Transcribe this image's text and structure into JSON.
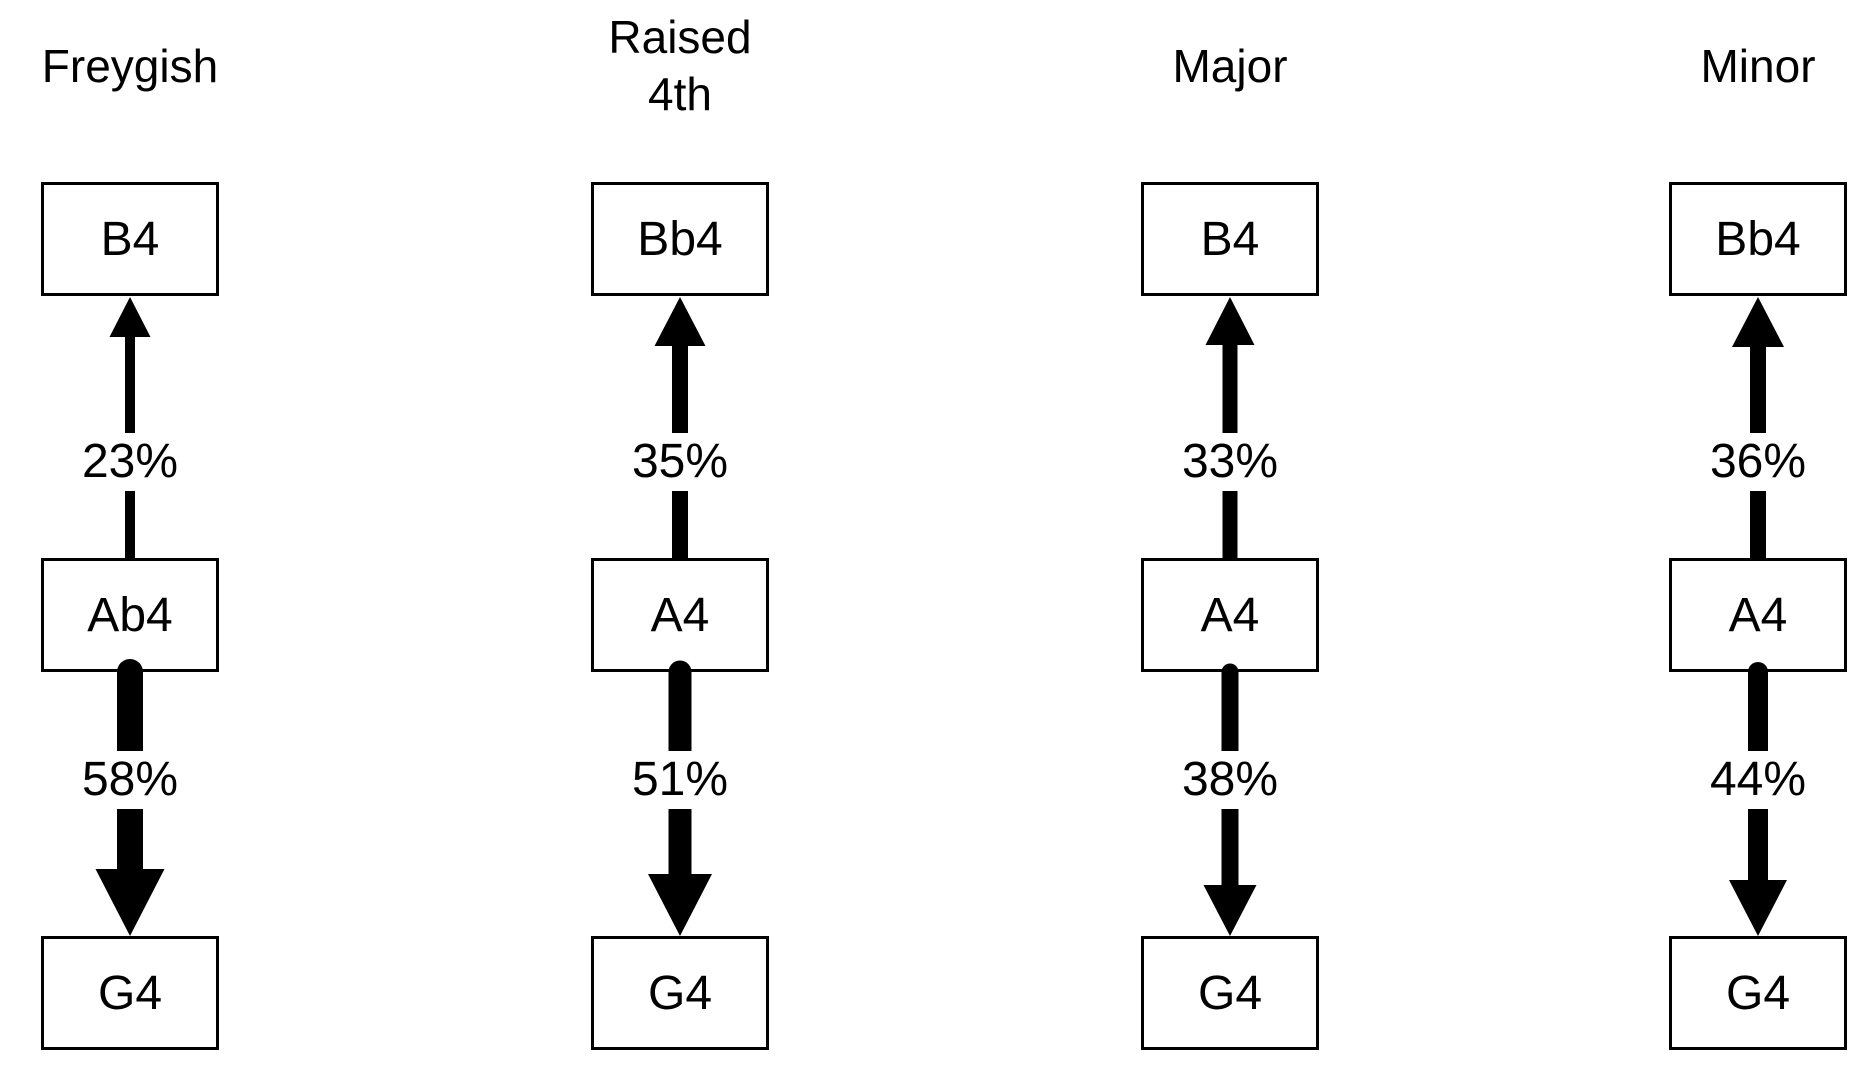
{
  "style": {
    "background": "#ffffff",
    "ink": "#000000"
  },
  "columns": [
    {
      "title": "Freygish",
      "title_text": "Freygish",
      "nodes": {
        "top": "B4",
        "middle": "Ab4",
        "bottom": "G4"
      },
      "transitions": {
        "up": {
          "from": "Ab4",
          "to": "B4",
          "pct": 23,
          "label": "23%"
        },
        "down": {
          "from": "Ab4",
          "to": "G4",
          "pct": 58,
          "label": "58%"
        }
      }
    },
    {
      "title": "Raised 4th",
      "title_text": "Raised\n4th",
      "nodes": {
        "top": "Bb4",
        "middle": "A4",
        "bottom": "G4"
      },
      "transitions": {
        "up": {
          "from": "A4",
          "to": "Bb4",
          "pct": 35,
          "label": "35%"
        },
        "down": {
          "from": "A4",
          "to": "G4",
          "pct": 51,
          "label": "51%"
        }
      }
    },
    {
      "title": "Major",
      "title_text": "Major",
      "nodes": {
        "top": "B4",
        "middle": "A4",
        "bottom": "G4"
      },
      "transitions": {
        "up": {
          "from": "A4",
          "to": "B4",
          "pct": 33,
          "label": "33%"
        },
        "down": {
          "from": "A4",
          "to": "G4",
          "pct": 38,
          "label": "38%"
        }
      }
    },
    {
      "title": "Minor",
      "title_text": "Minor",
      "nodes": {
        "top": "Bb4",
        "middle": "A4",
        "bottom": "G4"
      },
      "transitions": {
        "up": {
          "from": "A4",
          "to": "Bb4",
          "pct": 36,
          "label": "36%"
        },
        "down": {
          "from": "A4",
          "to": "G4",
          "pct": 44,
          "label": "44%"
        }
      }
    }
  ]
}
